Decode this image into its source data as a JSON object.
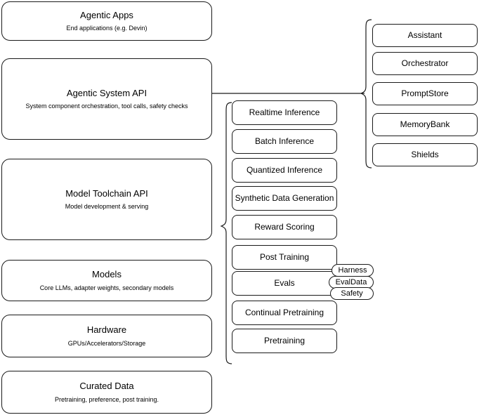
{
  "diagram": {
    "title": "Agentic stack layered architecture",
    "background_color": "#ffffff",
    "stroke_color": "#1a1a1a"
  },
  "layers": [
    {
      "name": "agentic-apps",
      "title": "Agentic Apps",
      "subtitle": "End applications (e.g. Devin)"
    },
    {
      "name": "agentic-system-api",
      "title": "Agentic System API",
      "subtitle": "System component orchestration, tool calls, safety checks"
    },
    {
      "name": "model-toolchain-api",
      "title": "Model Toolchain API",
      "subtitle": "Model development & serving"
    },
    {
      "name": "models",
      "title": "Models",
      "subtitle": "Core LLMs, adapter weights, secondary models"
    },
    {
      "name": "hardware",
      "title": "Hardware",
      "subtitle": "GPUs/Accelerators/Storage"
    },
    {
      "name": "curated-data",
      "title": "Curated Data",
      "subtitle": "Pretraining, preference, post training."
    }
  ],
  "toolchain_capabilities": [
    {
      "name": "realtime-inference",
      "label": "Realtime Inference"
    },
    {
      "name": "batch-inference",
      "label": "Batch Inference"
    },
    {
      "name": "quantized-inference",
      "label": "Quantized Inference"
    },
    {
      "name": "synthetic-data-generation",
      "label": "Synthetic Data Generation"
    },
    {
      "name": "reward-scoring",
      "label": "Reward Scoring"
    },
    {
      "name": "post-training",
      "label": "Post Training"
    },
    {
      "name": "evals",
      "label": "Evals"
    },
    {
      "name": "continual-pretraining",
      "label": "Continual Pretraining"
    },
    {
      "name": "pretraining",
      "label": "Pretraining"
    }
  ],
  "evals_chips": [
    {
      "name": "harness",
      "label": "Harness"
    },
    {
      "name": "evaldata",
      "label": "EvalData"
    },
    {
      "name": "safety",
      "label": "Safety"
    }
  ],
  "system_components": [
    {
      "name": "assistant",
      "label": "Assistant"
    },
    {
      "name": "orchestrator",
      "label": "Orchestrator"
    },
    {
      "name": "promptstore",
      "label": "PromptStore"
    },
    {
      "name": "memorybank",
      "label": "MemoryBank"
    },
    {
      "name": "shields",
      "label": "Shields"
    }
  ]
}
